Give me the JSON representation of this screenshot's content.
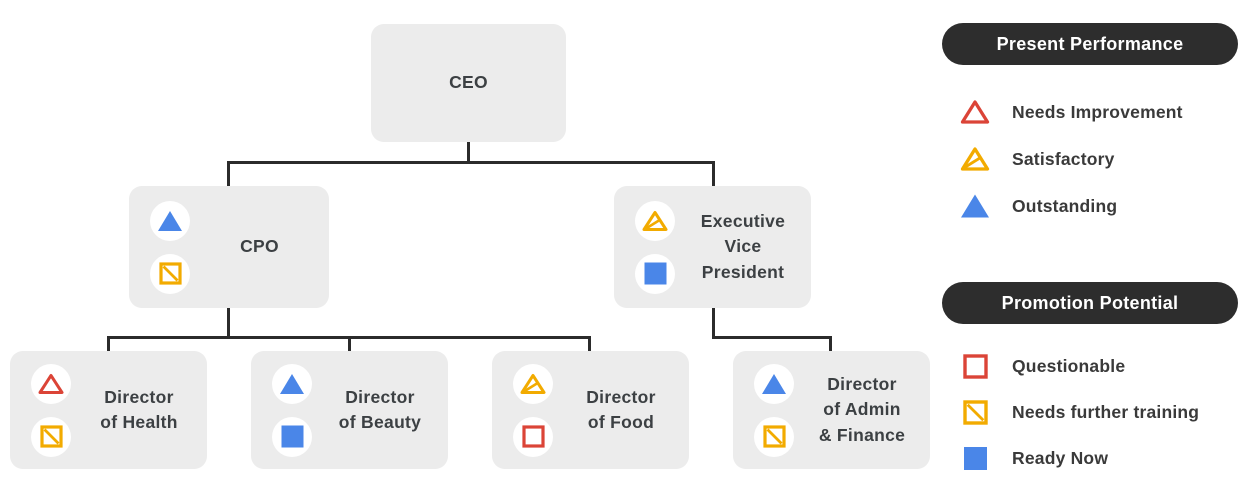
{
  "palette": {
    "node_background": "#ececec",
    "connector_line": "#2b2b2b",
    "legend_pill_background": "#2d2d2d",
    "text": "#3c4043",
    "red": "#db4437",
    "yellow": "#f2ab00",
    "blue": "#4a86e8"
  },
  "org": {
    "nodes": [
      {
        "label": "CEO",
        "performance": "",
        "potential": "",
        "performance_icon": "",
        "potential_icon": ""
      },
      {
        "label": "CPO",
        "performance": "Outstanding",
        "potential": "Needs further training",
        "performance_icon": "triangle-filled-icon",
        "potential_icon": "square-diagonal-icon"
      },
      {
        "label": "Executive\nVice\nPresident",
        "performance": "Satisfactory",
        "potential": "Ready Now",
        "performance_icon": "triangle-half-icon",
        "potential_icon": "square-filled-icon"
      },
      {
        "label": "Director\nof Health",
        "performance": "Needs Improvement",
        "potential": "Needs further training",
        "performance_icon": "triangle-outline-icon",
        "potential_icon": "square-diagonal-icon"
      },
      {
        "label": "Director\nof Beauty",
        "performance": "Outstanding",
        "potential": "Ready Now",
        "performance_icon": "triangle-filled-icon",
        "potential_icon": "square-filled-icon"
      },
      {
        "label": "Director\nof Food",
        "performance": "Satisfactory",
        "potential": "Questionable",
        "performance_icon": "triangle-half-icon",
        "potential_icon": "square-outline-icon"
      },
      {
        "label": "Director\nof Admin\n& Finance",
        "performance": "Outstanding",
        "potential": "Needs further training",
        "performance_icon": "triangle-filled-icon",
        "potential_icon": "square-diagonal-icon"
      }
    ]
  },
  "legend": {
    "performance": {
      "title": "Present Performance",
      "items": [
        {
          "label": "Needs Improvement",
          "icon": "triangle-outline-icon",
          "color": "#db4437"
        },
        {
          "label": "Satisfactory",
          "icon": "triangle-half-icon",
          "color": "#f2ab00"
        },
        {
          "label": "Outstanding",
          "icon": "triangle-filled-icon",
          "color": "#4a86e8"
        }
      ]
    },
    "potential": {
      "title": "Promotion Potential",
      "items": [
        {
          "label": "Questionable",
          "icon": "square-outline-icon",
          "color": "#db4437"
        },
        {
          "label": "Needs further training",
          "icon": "square-diagonal-icon",
          "color": "#f2ab00"
        },
        {
          "label": "Ready Now",
          "icon": "square-filled-icon",
          "color": "#4a86e8"
        }
      ]
    }
  }
}
